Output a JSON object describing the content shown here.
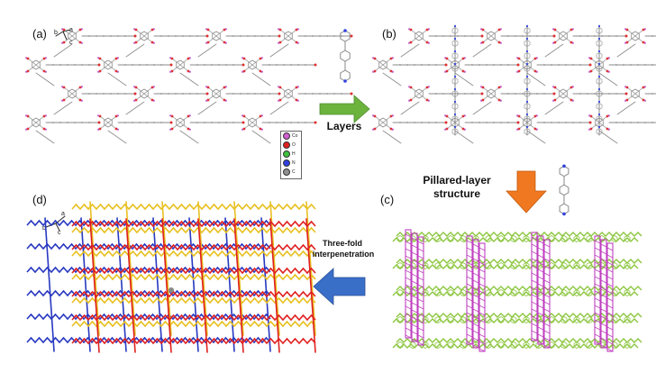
{
  "panels": {
    "a": {
      "label": "(a)"
    },
    "b": {
      "label": "(b)"
    },
    "c": {
      "label": "(c)"
    },
    "d": {
      "label": "(d)"
    }
  },
  "axes": {
    "a": "a",
    "b": "b",
    "c": "c"
  },
  "legend": [
    {
      "label": "Co",
      "color": "#d060d0"
    },
    {
      "label": "O",
      "color": "#e02020"
    },
    {
      "label": "H",
      "color": "#40c040"
    },
    {
      "label": "N",
      "color": "#3040e0"
    },
    {
      "label": "C",
      "color": "#909090"
    }
  ],
  "arrows": {
    "layers": {
      "label": "Layers",
      "color": "#6cb33e"
    },
    "pillared": {
      "line1": "Pillared-layer",
      "line2": "structure",
      "color": "#f07820"
    },
    "interpenetration": {
      "line1": "Three-fold",
      "line2": "interpenetration",
      "color": "#3a6fc8"
    }
  },
  "colors": {
    "carbon": "#8a8a8a",
    "oxygen": "#e03030",
    "cobalt": "#c050c0",
    "nitrogen": "#3040e0",
    "green": "#8cc63f",
    "magenta": "#c040c0",
    "blue": "#2838c0",
    "red": "#e02020",
    "yellow": "#e8c020"
  }
}
